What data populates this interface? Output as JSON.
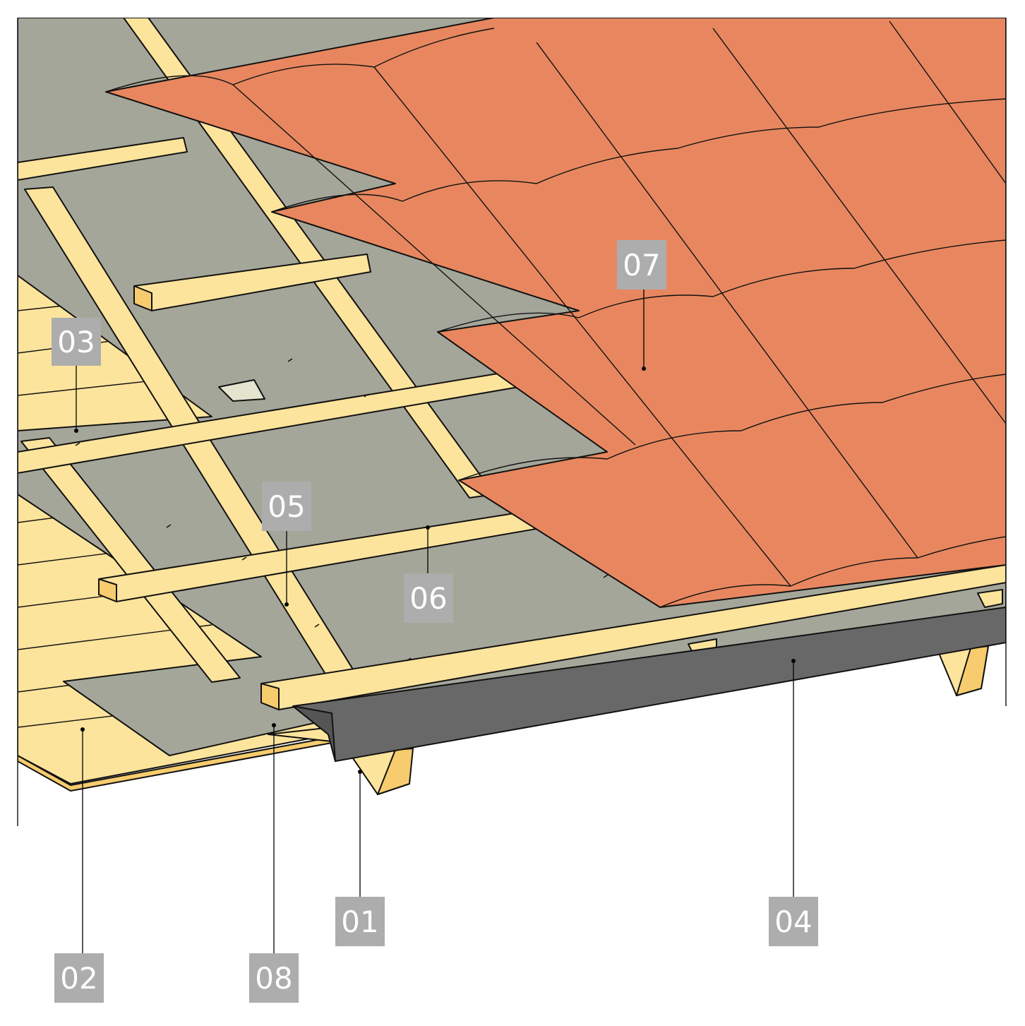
{
  "colors": {
    "wood": "#fde49c",
    "wood_dark": "#f7cc6e",
    "membrane": "#a5a69a",
    "tile": "#e8875f",
    "tile_shadow": "#d9734c",
    "gutter_flashing": "#686868",
    "label_box": "#adadad",
    "label_text": "#ffffff"
  },
  "labels": [
    {
      "id": "01",
      "text": "01",
      "part": "rafter"
    },
    {
      "id": "02",
      "text": "02",
      "part": "board-sheathing"
    },
    {
      "id": "03",
      "text": "03",
      "part": "underlay-membrane-edge"
    },
    {
      "id": "04",
      "text": "04",
      "part": "eaves-flashing"
    },
    {
      "id": "05",
      "text": "05",
      "part": "counter-batten"
    },
    {
      "id": "06",
      "text": "06",
      "part": "tile-batten"
    },
    {
      "id": "07",
      "text": "07",
      "part": "roof-tile"
    },
    {
      "id": "08",
      "text": "08",
      "part": "underlay-membrane"
    }
  ]
}
